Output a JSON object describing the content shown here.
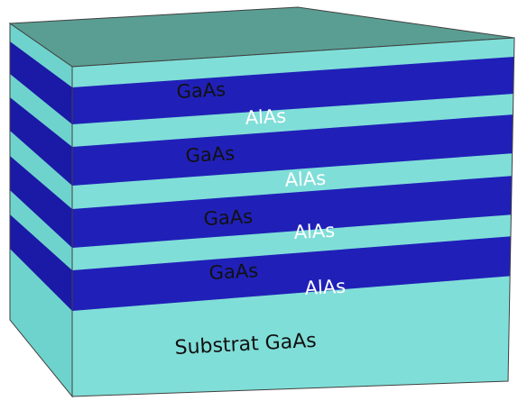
{
  "colors": {
    "top_face": "#5a9e93",
    "light_layer": "#80ded8",
    "light_layer_side": "#6fd3cd",
    "dark_layer": "#2020b8",
    "dark_layer_side": "#1a1aa6",
    "outline": "#404040"
  },
  "labels": {
    "gaas_1": "GaAs",
    "alas_1": "AlAs",
    "gaas_2": "GaAs",
    "alas_2": "AlAs",
    "gaas_3": "GaAs",
    "alas_3": "AlAs",
    "gaas_4": "GaAs",
    "alas_4": "AlAs",
    "substrate": "Substrat GaAs"
  }
}
